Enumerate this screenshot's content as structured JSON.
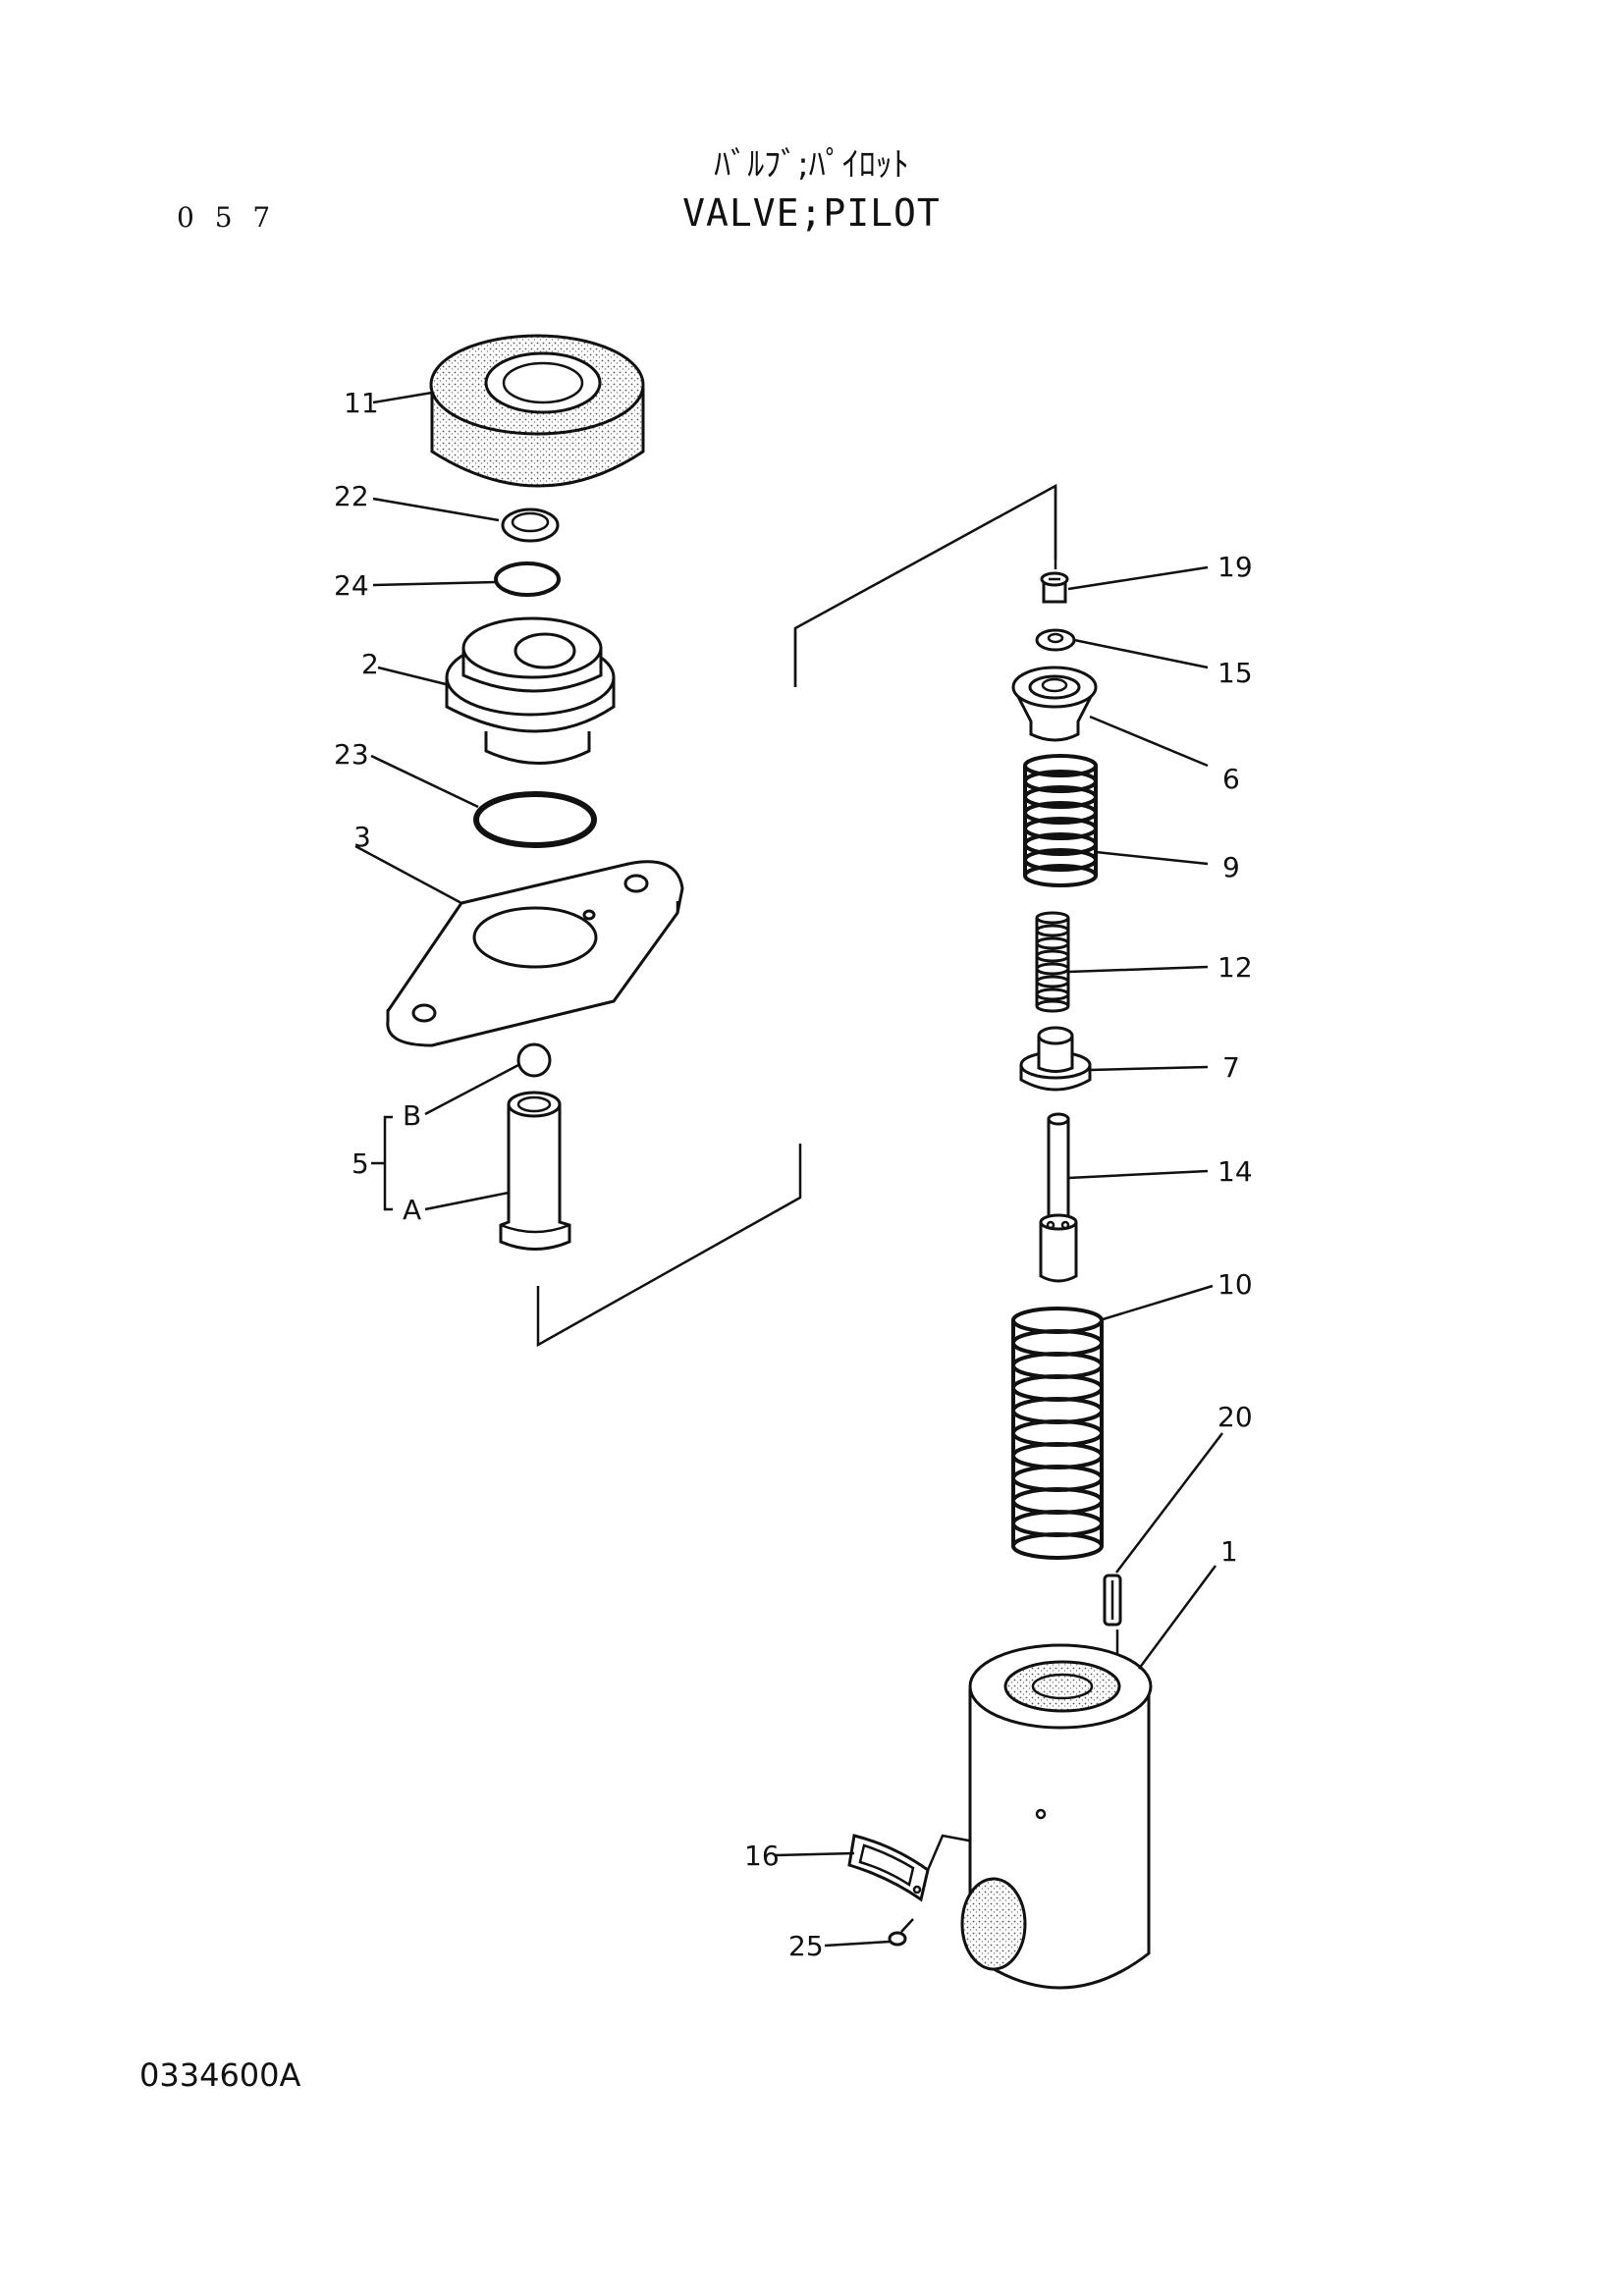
{
  "page_number": "0 5 7",
  "title_jp": "ﾊﾞﾙﾌﾞ;ﾊﾟｲﾛｯﾄ",
  "title_en": "VALVE;PILOT",
  "drawing_code": "0334600A",
  "callouts": {
    "p11": "11",
    "p22": "22",
    "p24": "24",
    "p2": "2",
    "p23": "23",
    "p3": "3",
    "p5": "5",
    "p5b": "B",
    "p5a": "A",
    "p19": "19",
    "p15": "15",
    "p6": "6",
    "p9": "9",
    "p12": "12",
    "p7": "7",
    "p14": "14",
    "p10": "10",
    "p20": "20",
    "p1": "1",
    "p16": "16",
    "p25": "25"
  }
}
